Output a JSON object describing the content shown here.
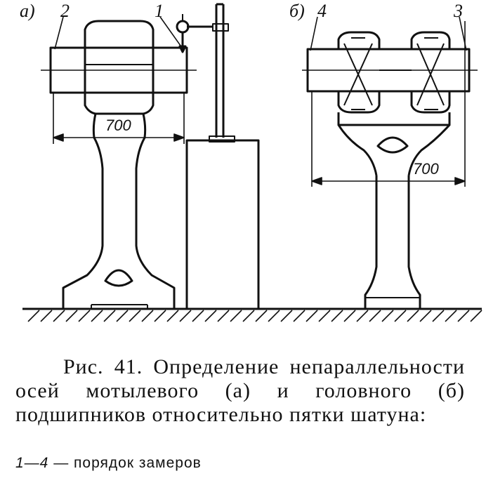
{
  "figure": {
    "label_a": "а)",
    "label_b": "б)",
    "markers": [
      "1",
      "2",
      "3",
      "4"
    ],
    "dimension_a": "700",
    "dimension_b": "700"
  },
  "caption": {
    "text": "Рис. 41. Определение непараллельности осей мотылевого (а) и головного (б) подшипников относительно пятки шатуна:"
  },
  "note": {
    "range": "1—4",
    "dash": " — ",
    "text": "порядок замеров"
  }
}
